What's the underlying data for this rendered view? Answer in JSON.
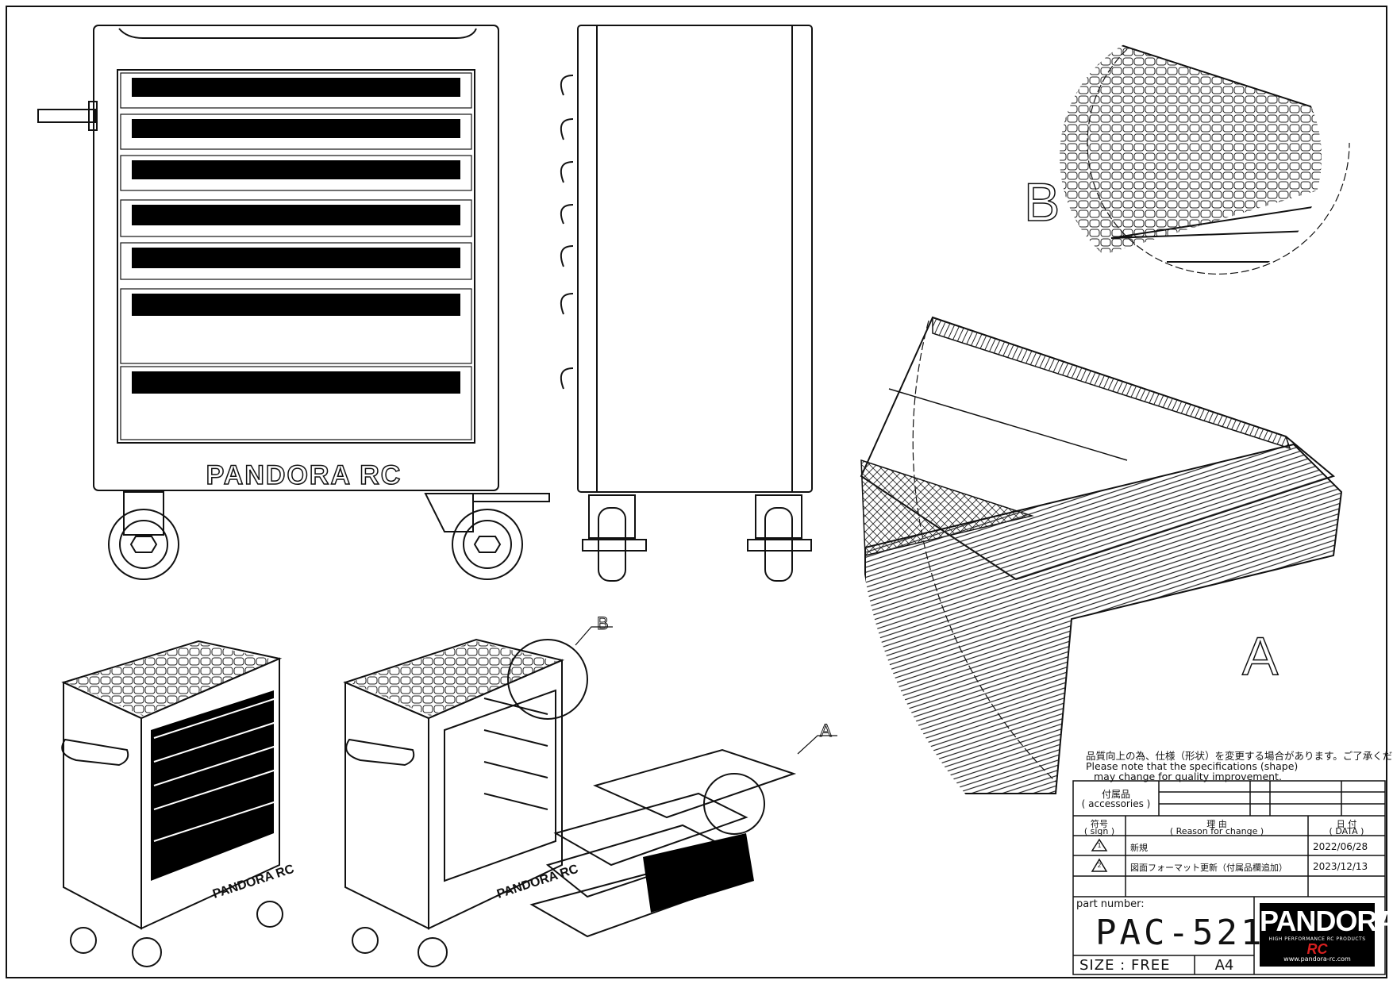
{
  "drawing": {
    "brand_mark": "PANDORA RC",
    "detail_labels": {
      "b": "B",
      "a": "A"
    },
    "notes": {
      "jp": "品質向上の為、仕様（形状）を変更する場合があります。ご了承ください。",
      "en1": "Please note that the specifications (shape)",
      "en2": "may change for quality improvement."
    }
  },
  "title_block": {
    "accessories_jp": "付属品",
    "accessories_en": "( accessories )",
    "sign_jp": "符号",
    "sign_en": "( sign )",
    "reason_jp": "理 由",
    "reason_en": "( Reason for change )",
    "date_jp": "日 付",
    "date_en": "( DATA )",
    "revisions": [
      {
        "sign": "1",
        "reason": "新規",
        "date": "2022/06/28"
      },
      {
        "sign": "2",
        "reason": "図面フォーマット更新（付属品欄追加）",
        "date": "2023/12/13"
      }
    ],
    "part_number_label": "part number:",
    "part_number": "PAC-521",
    "size_label": "SIZE : FREE",
    "paper": "A4",
    "logo_text": "PANDORA",
    "logo_tagline": "HIGH PERFORMANCE RC PRODUCTS",
    "logo_rc": "RC",
    "logo_url": "www.pandora-rc.com"
  }
}
